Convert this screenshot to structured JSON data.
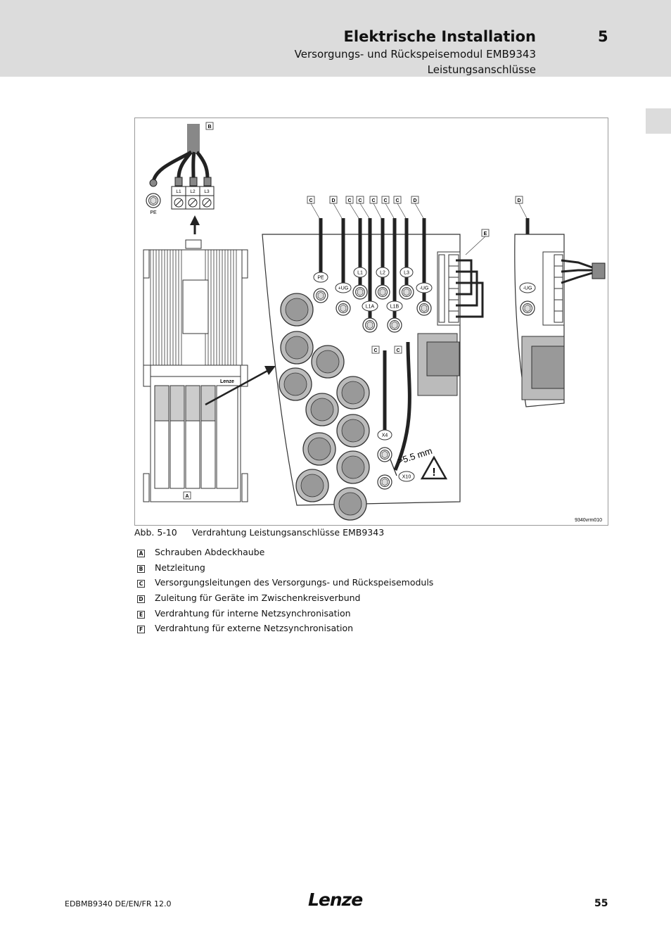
{
  "header": {
    "title": "Elektrische Installation",
    "chapter": "5",
    "subtitle1": "Versorgungs- und Rückspeisemodul EMB9343",
    "subtitle2": "Leistungsanschlüsse"
  },
  "figure": {
    "id_label": "9340vrm010",
    "callouts": {
      "a": "A",
      "b": "B",
      "c": "C",
      "d": "D",
      "e": "E"
    },
    "terminals": {
      "pe": "PE",
      "l1": "L1",
      "l2": "L2",
      "l3": "L3",
      "plus_ug": "+UG",
      "minus_ug": "-UG",
      "l1a": "L1A",
      "l1b": "L1B",
      "x4": "X4",
      "x10": "X10"
    },
    "strip_labels": [
      "L1",
      "L2",
      "L3",
      "L1",
      "L2",
      "L3"
    ],
    "clearance": ">5.5 mm",
    "brand": "Lenze"
  },
  "caption": {
    "number": "Abb. 5-10",
    "text": "Verdrahtung Leistungsanschlüsse EMB9343"
  },
  "legend": [
    {
      "key": "A",
      "text": "Schrauben Abdeckhaube"
    },
    {
      "key": "B",
      "text": "Netzleitung"
    },
    {
      "key": "C",
      "text": "Versorgungsleitungen des Versorgungs- und Rückspeisemoduls"
    },
    {
      "key": "D",
      "text": "Zuleitung für Geräte im Zwischenkreisverbund"
    },
    {
      "key": "E",
      "text": "Verdrahtung für interne Netzsynchronisation"
    },
    {
      "key": "F",
      "text": "Verdrahtung für externe Netzsynchronisation"
    }
  ],
  "footer": {
    "doc": "EDBMB9340  DE/EN/FR  12.0",
    "logo": "Lenze",
    "page": "55"
  }
}
